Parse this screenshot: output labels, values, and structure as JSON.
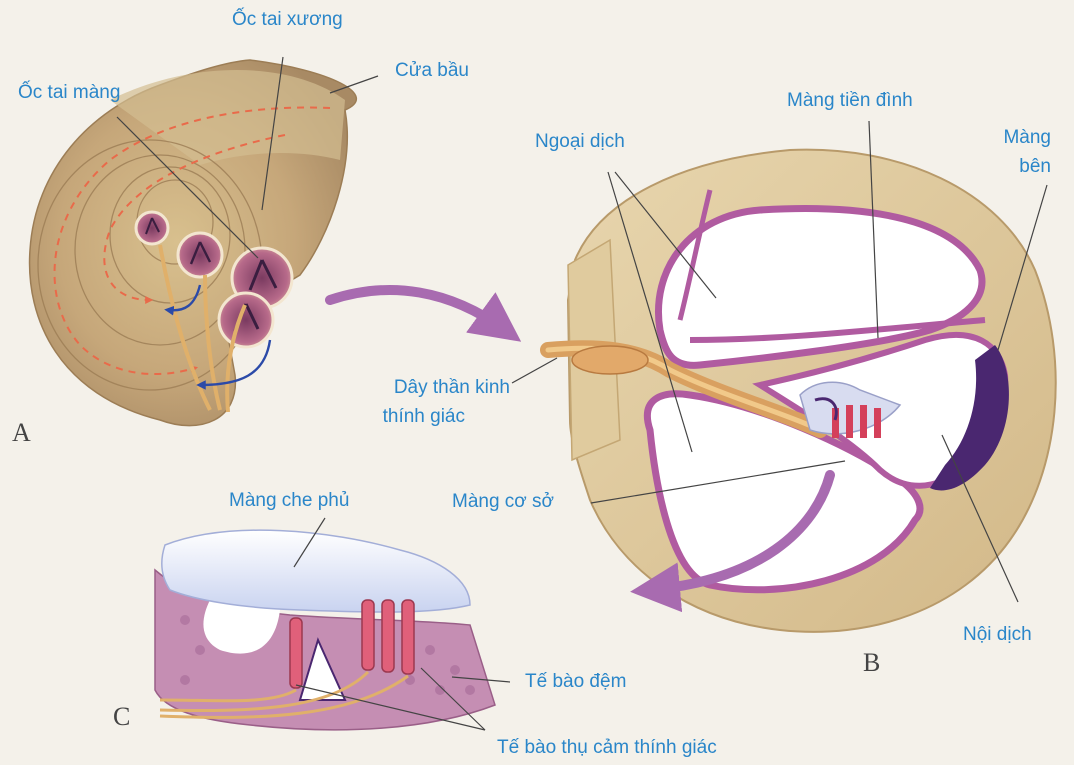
{
  "labels": {
    "oc_tai_xuong": "Ốc tai xương",
    "cua_bau": "Cửa bầu",
    "oc_tai_mang": "Ốc tai màng",
    "mang_tien_dinh": "Màng tiền đình",
    "ngoai_dich": "Ngoại dịch",
    "mang_ben_1": "Màng",
    "mang_ben_2": "bên",
    "day_than_kinh_1": "Dây thần kinh",
    "day_than_kinh_2": "thính giác",
    "mang_co_so": "Màng cơ sở",
    "mang_che_phu": "Màng che phủ",
    "noi_dich": "Nội dịch",
    "te_bao_dem": "Tế bào đệm",
    "te_bao_thu_cam": "Tế bào thụ cảm thính giác"
  },
  "panels": {
    "a": "A",
    "b": "B",
    "c": "C"
  },
  "colors": {
    "label": "#2a86c9",
    "bone": "#e3cfa6",
    "bone_dark": "#cdb07c",
    "membrane": "#b05ba0",
    "membrane_dark": "#4a2770",
    "fluid": "#ffffff",
    "arrow": "#a86bb0",
    "nerve": "#d9a060"
  }
}
